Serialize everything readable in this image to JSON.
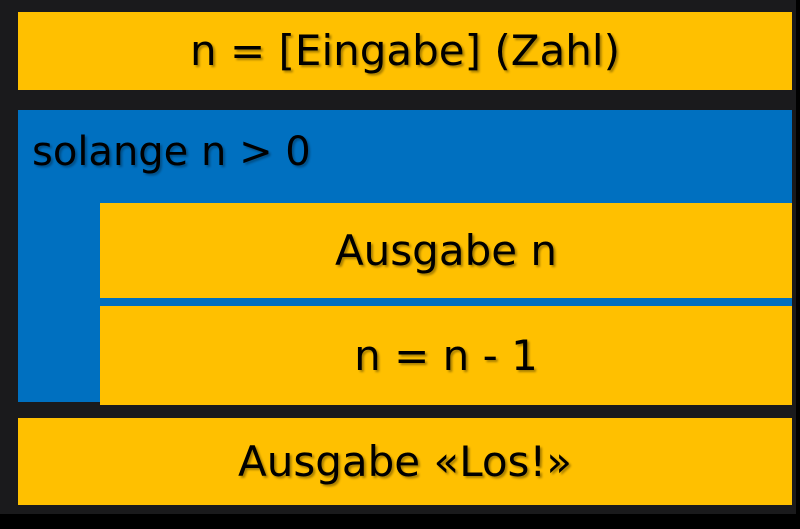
{
  "diagram": {
    "type": "nassi-shneiderman-struktogramm",
    "language": "de",
    "colors": {
      "statement_fill": "#ffc000",
      "loop_fill": "#0070c0",
      "background": "#1a1a1c",
      "outer_background": "#000000",
      "text": "#000000"
    },
    "blocks": [
      {
        "id": "input",
        "kind": "statement",
        "label": "n = [Eingabe] (Zahl)",
        "align": "center",
        "fill": "#ffc000"
      },
      {
        "id": "loop",
        "kind": "while-loop",
        "condition": "solange n > 0",
        "align": "left",
        "fill": "#0070c0",
        "body": [
          {
            "id": "body-1",
            "kind": "statement",
            "label": "Ausgabe n",
            "align": "center",
            "fill": "#ffc000"
          },
          {
            "id": "body-2",
            "kind": "statement",
            "label": "n = n - 1",
            "align": "center",
            "fill": "#ffc000"
          }
        ]
      },
      {
        "id": "output",
        "kind": "statement",
        "label": "Ausgabe «Los!»",
        "align": "center",
        "fill": "#ffc000"
      }
    ]
  }
}
